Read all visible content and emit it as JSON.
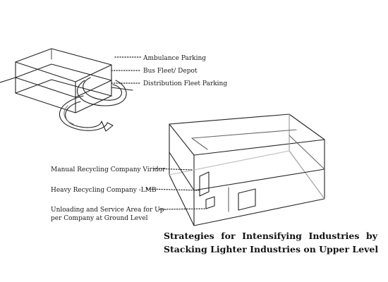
{
  "labels": {
    "ambulance_parking": "Ambulance Parking",
    "bus_fleet": "Bus Fleet/ Depot",
    "distribution_fleet": "Distribution Fleet Parking",
    "manual_recycling": "Manual Recycling Company Viridor",
    "heavy_recycling": "Heavy Recycling Company -LMB",
    "unloading_line1": "Unloading and Service Area for Up-",
    "unloading_line2": "per Company at Ground Level"
  },
  "caption": {
    "line1": "Strategies for Intensifying Industries by",
    "line2": "Stacking Lighter Industries on Upper Level"
  }
}
